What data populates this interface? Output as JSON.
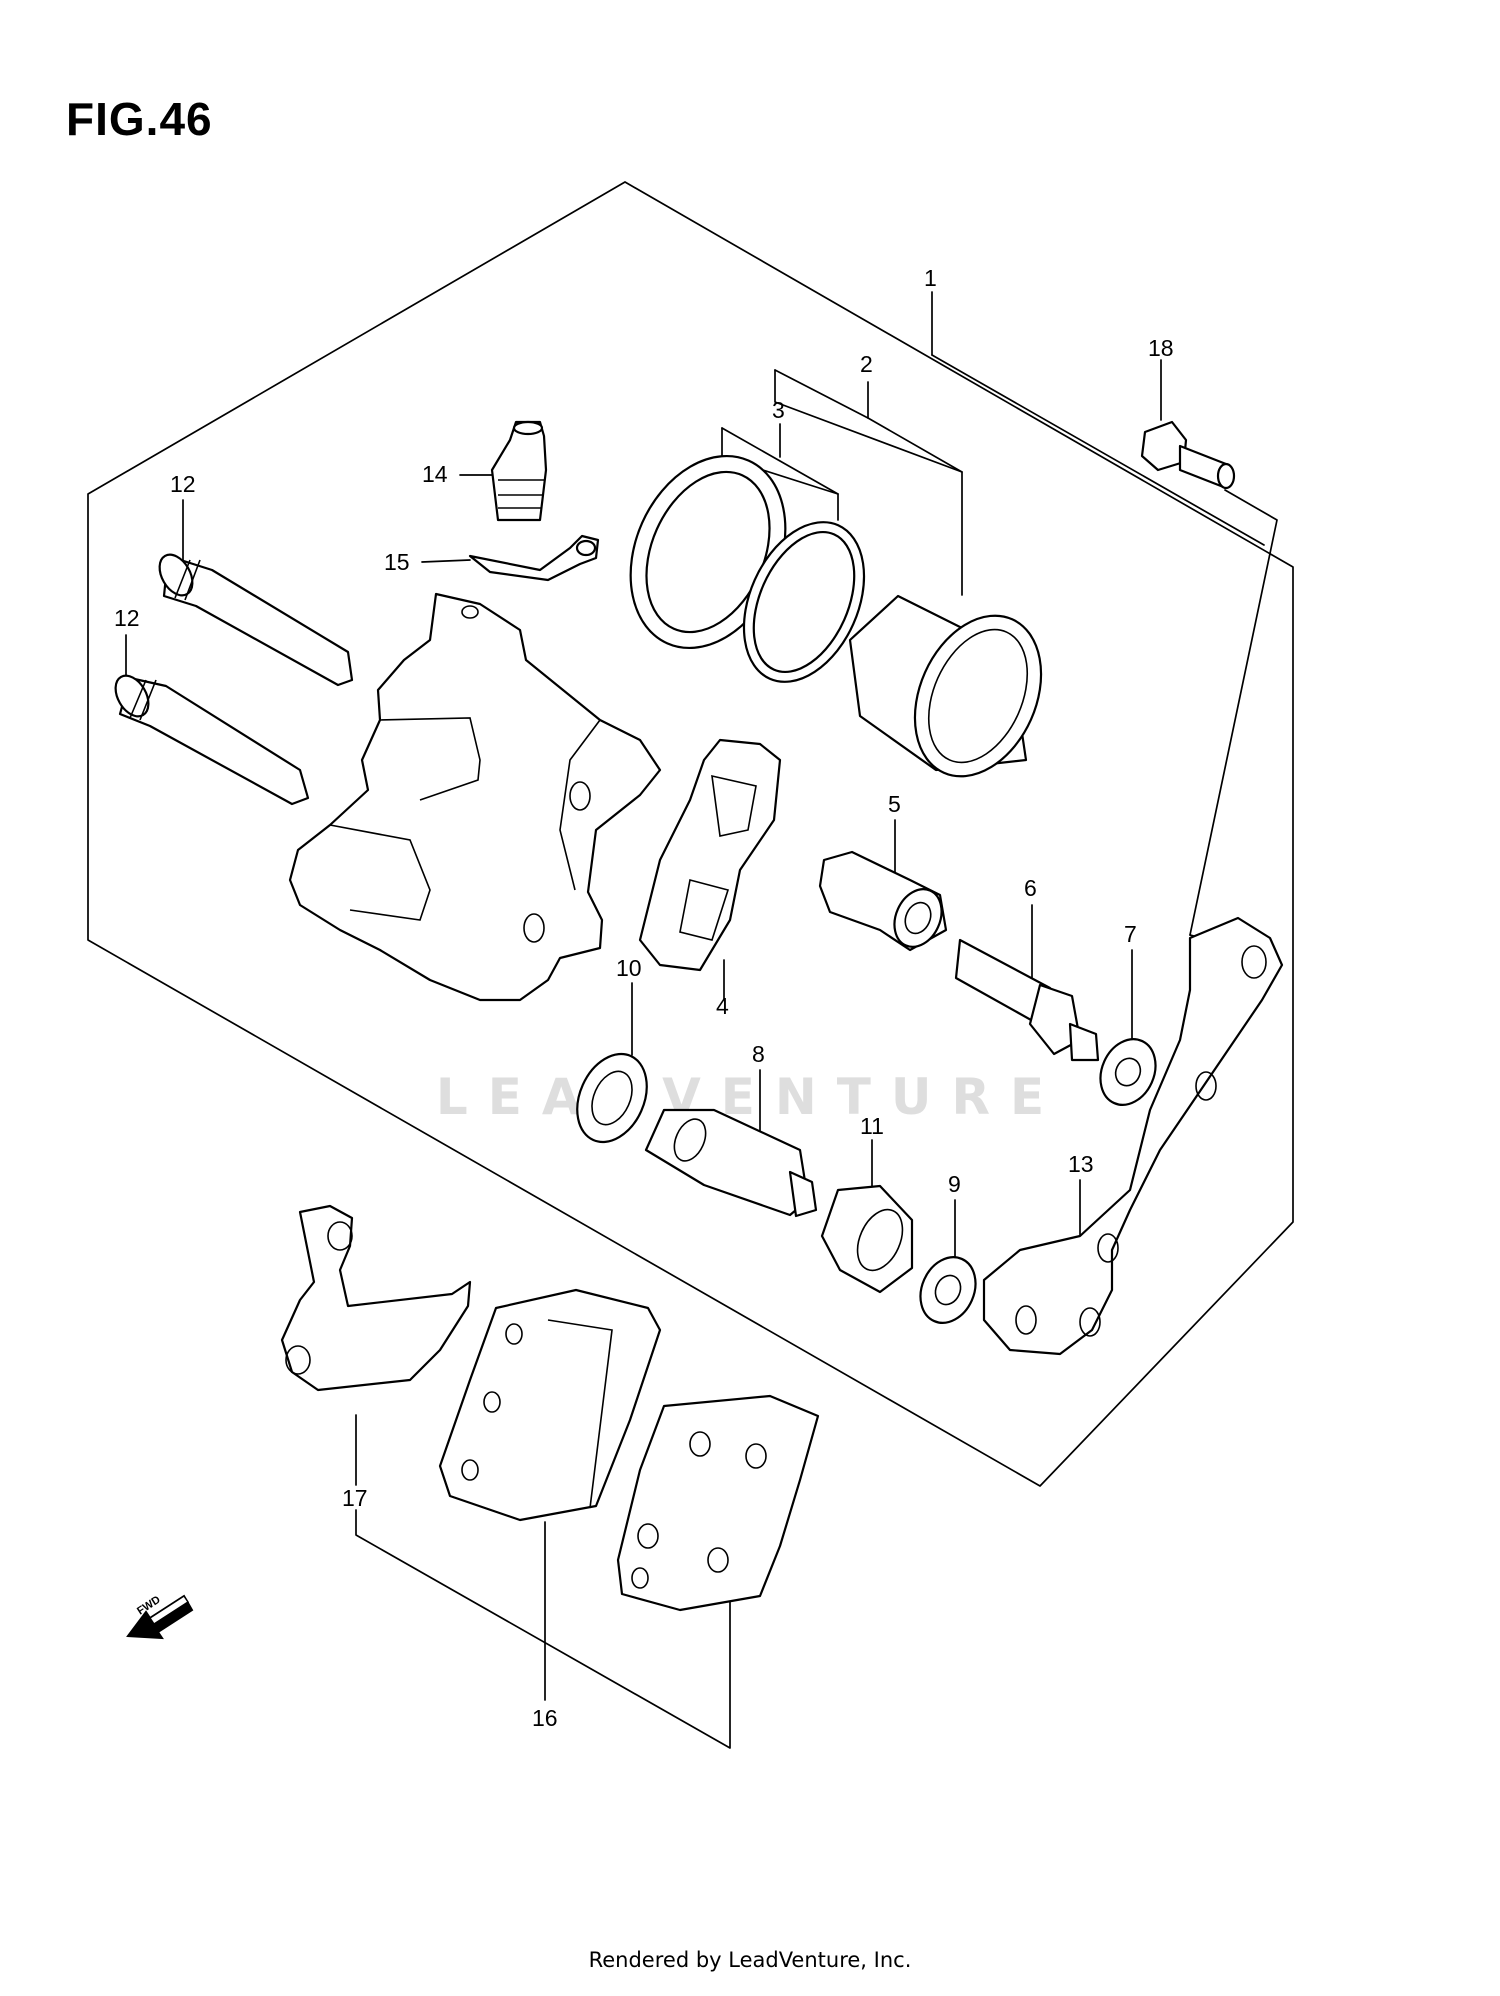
{
  "figure": {
    "title": "FIG.46",
    "footer": "Rendered by LeadVenture, Inc.",
    "watermark": "LEADVENTURE",
    "fwd_label": "FWD"
  },
  "callouts": [
    "1",
    "2",
    "3",
    "4",
    "5",
    "6",
    "7",
    "8",
    "9",
    "10",
    "11",
    "12",
    "12",
    "13",
    "14",
    "15",
    "16",
    "17",
    "18"
  ]
}
